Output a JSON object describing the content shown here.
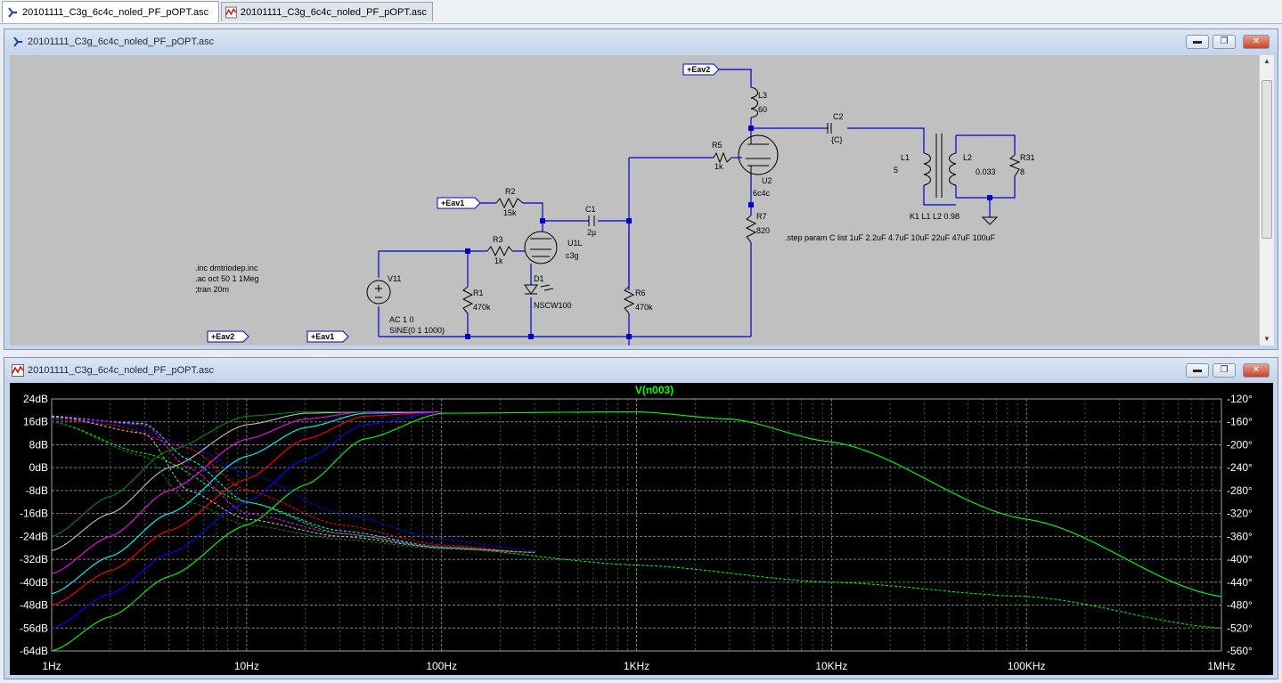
{
  "tabs": [
    {
      "label": "20101111_C3g_6c4c_noled_PF_pOPT.asc",
      "icon": "schematic-icon",
      "active": true
    },
    {
      "label": "20101111_C3g_6c4c_noled_PF_pOPT.asc",
      "icon": "waveform-icon",
      "active": false
    }
  ],
  "schematic_window": {
    "title": "20101111_C3g_6c4c_noled_PF_pOPT.asc",
    "controls": {
      "minimize": "▬",
      "restore": "❐",
      "close": "✕"
    },
    "flags": {
      "eav2": "+Eav2",
      "eav1": "+Eav1"
    },
    "components": {
      "r1": {
        "ref": "R1",
        "value": "470k"
      },
      "r2": {
        "ref": "R2",
        "value": "15k"
      },
      "r3": {
        "ref": "R3",
        "value": "1k"
      },
      "r5": {
        "ref": "R5",
        "value": "1k"
      },
      "r6": {
        "ref": "R6",
        "value": "470k"
      },
      "r7": {
        "ref": "R7",
        "value": "820"
      },
      "r31": {
        "ref": "R31",
        "value": "8"
      },
      "c1": {
        "ref": "C1",
        "value": "2µ"
      },
      "c2": {
        "ref": "C2",
        "value": "{C}"
      },
      "l1": {
        "ref": "L1",
        "value": "5"
      },
      "l2": {
        "ref": "L2",
        "value": "0.033"
      },
      "l3": {
        "ref": "L3",
        "value": "60"
      },
      "u1": {
        "ref": "U1L",
        "value": "c3g"
      },
      "u2": {
        "ref": "U2",
        "value": "6c4c"
      },
      "d1": {
        "ref": "D1",
        "value": "NSCW100"
      },
      "v11": {
        "ref": "V11",
        "ac": "AC 1 0",
        "sine": "SINE(0 1 1000)"
      }
    },
    "directives": {
      "inc": ".inc dmtriodep.inc",
      "ac": ".ac oct 50 1 1Meg",
      "tran": ";tran 20m",
      "coupling": "K1 L1 L2 0.98",
      "step": ".step param C list 1uF 2.2uF 4.7uF 10uF 22uF 47uF 100uF"
    }
  },
  "waveform_window": {
    "title": "20101111_C3g_6c4c_noled_PF_pOPT.asc",
    "controls": {
      "minimize": "▬",
      "restore": "❐",
      "close": "✕"
    }
  },
  "colors": {
    "schematic_bg": "#c0c0c0",
    "wire": "#0000cc",
    "plot_bg": "#000000",
    "trace_label": "#00ff00"
  },
  "chart_data": {
    "type": "line",
    "title": "V(n003)",
    "x_scale": "log",
    "xlim": [
      1,
      1000000
    ],
    "x_ticks": [
      "1Hz",
      "10Hz",
      "100Hz",
      "1KHz",
      "10KHz",
      "100KHz",
      "1MHz"
    ],
    "ylim": [
      -64,
      24
    ],
    "y_ticks": [
      "24dB",
      "16dB",
      "8dB",
      "0dB",
      "-8dB",
      "-16dB",
      "-24dB",
      "-32dB",
      "-40dB",
      "-48dB",
      "-56dB",
      "-64dB"
    ],
    "y2lim": [
      -560,
      -120
    ],
    "y2_ticks": [
      "-120°",
      "-160°",
      "-200°",
      "-240°",
      "-280°",
      "-320°",
      "-360°",
      "-400°",
      "-440°",
      "-480°",
      "-520°",
      "-560°"
    ],
    "grid": true,
    "series": [
      {
        "color": "#00ff00",
        "magnitude": [
          [
            1,
            -64
          ],
          [
            2,
            -52
          ],
          [
            4,
            -38
          ],
          [
            10,
            -20
          ],
          [
            20,
            -6
          ],
          [
            40,
            10
          ],
          [
            100,
            19
          ],
          [
            1000,
            19.5
          ],
          [
            3000,
            17
          ],
          [
            10000,
            9
          ],
          [
            100000,
            -18
          ],
          [
            1000000,
            -45
          ]
        ],
        "phase": [
          [
            1,
            -160
          ],
          [
            3,
            -215
          ],
          [
            10,
            -300
          ],
          [
            30,
            -355
          ],
          [
            100,
            -380
          ],
          [
            1000,
            -410
          ],
          [
            10000,
            -440
          ],
          [
            100000,
            -465
          ],
          [
            1000000,
            -520
          ]
        ]
      },
      {
        "color": "#0000ff",
        "magnitude": [
          [
            1,
            -56
          ],
          [
            2,
            -44
          ],
          [
            4,
            -30
          ],
          [
            10,
            -12
          ],
          [
            20,
            3
          ],
          [
            40,
            15
          ],
          [
            100,
            19.5
          ]
        ],
        "phase": [
          [
            1,
            -157
          ],
          [
            2,
            -160
          ],
          [
            5,
            -200
          ],
          [
            10,
            -250
          ],
          [
            30,
            -320
          ],
          [
            100,
            -365
          ],
          [
            300,
            -385
          ]
        ]
      },
      {
        "color": "#ff0000",
        "magnitude": [
          [
            1,
            -48
          ],
          [
            2,
            -36
          ],
          [
            4,
            -22
          ],
          [
            10,
            -4
          ],
          [
            20,
            10
          ],
          [
            40,
            18
          ],
          [
            100,
            19.5
          ]
        ],
        "phase": [
          [
            1,
            -155
          ],
          [
            2,
            -165
          ],
          [
            5,
            -205
          ],
          [
            10,
            -280
          ],
          [
            30,
            -340
          ],
          [
            100,
            -375
          ],
          [
            300,
            -388
          ]
        ]
      },
      {
        "color": "#00ffff",
        "magnitude": [
          [
            1,
            -44
          ],
          [
            2,
            -31
          ],
          [
            4,
            -16
          ],
          [
            10,
            4
          ],
          [
            20,
            14
          ],
          [
            40,
            19
          ],
          [
            100,
            19.5
          ]
        ],
        "phase": [
          [
            1,
            -152
          ],
          [
            3,
            -163
          ],
          [
            5,
            -225
          ],
          [
            10,
            -300
          ],
          [
            30,
            -350
          ],
          [
            100,
            -378
          ],
          [
            300,
            -388
          ]
        ]
      },
      {
        "color": "#ff00ff",
        "magnitude": [
          [
            1,
            -37
          ],
          [
            2,
            -24
          ],
          [
            4,
            -8
          ],
          [
            10,
            10
          ],
          [
            20,
            17
          ],
          [
            40,
            19.5
          ],
          [
            100,
            19.5
          ]
        ],
        "phase": [
          [
            1,
            -150
          ],
          [
            3,
            -165
          ],
          [
            5,
            -240
          ],
          [
            10,
            -320
          ],
          [
            30,
            -355
          ],
          [
            100,
            -378
          ],
          [
            300,
            -388
          ]
        ]
      },
      {
        "color": "#c0c0c0",
        "magnitude": [
          [
            1,
            -29
          ],
          [
            2,
            -16
          ],
          [
            4,
            0
          ],
          [
            10,
            15
          ],
          [
            20,
            19
          ],
          [
            40,
            19.5
          ]
        ],
        "phase": [
          [
            1,
            -150
          ],
          [
            3,
            -180
          ],
          [
            5,
            -280
          ],
          [
            10,
            -330
          ],
          [
            30,
            -360
          ],
          [
            100,
            -380
          ],
          [
            300,
            -388
          ]
        ]
      },
      {
        "color": "#008800",
        "magnitude": [
          [
            1,
            -24
          ],
          [
            2,
            -10
          ],
          [
            4,
            6
          ],
          [
            10,
            18
          ],
          [
            20,
            19.5
          ],
          [
            40,
            19.5
          ]
        ],
        "phase": [
          [
            1,
            -160
          ],
          [
            3,
            -220
          ],
          [
            5,
            -300
          ],
          [
            10,
            -340
          ],
          [
            30,
            -365
          ],
          [
            100,
            -382
          ],
          [
            300,
            -388
          ]
        ]
      }
    ]
  }
}
